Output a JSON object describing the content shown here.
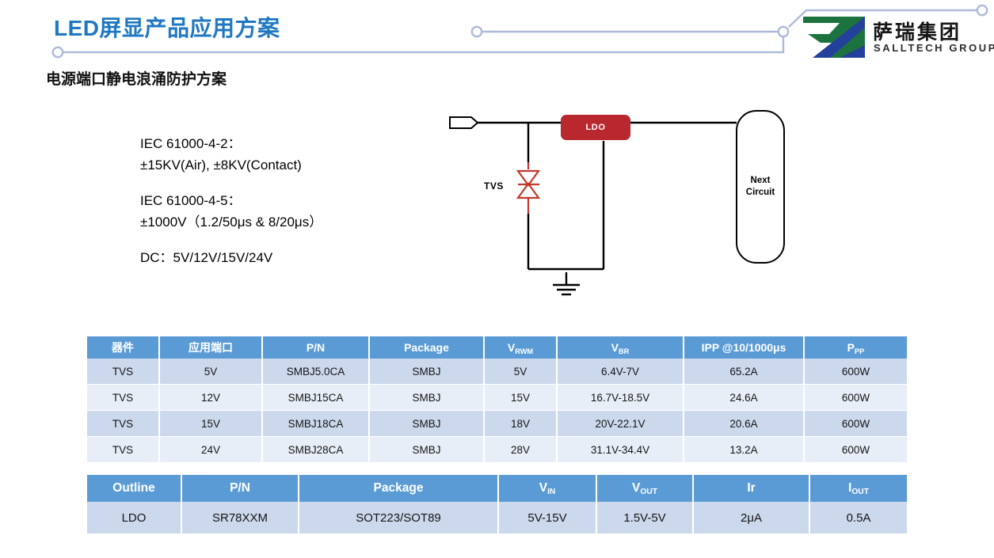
{
  "header": {
    "title": "LED屏显产品应用方案",
    "subtitle": "电源端口静电浪涌防护方案",
    "title_color": "#1f78c1",
    "deco_line_color": "#aebada"
  },
  "logo": {
    "name_cn": "萨瑞集团",
    "name_en": "SALLTECH GROUP",
    "green": "#1d7340",
    "blue": "#23409a"
  },
  "spec": {
    "line1": "IEC 61000-4-2：",
    "line2": "±15KV(Air), ±8KV(Contact)",
    "line3": "IEC 61000-4-5：",
    "line4": "±1000V（1.2/50μs & 8/20μs）",
    "line5": "DC：5V/12V/15V/24V"
  },
  "circuit": {
    "ldo_label": "LDO",
    "next_circuit_label": "Next\nCircuit",
    "next_circuit_line1": "Next",
    "next_circuit_line2": "Circuit",
    "tvs_label": "TVS",
    "ldo_color": "#b8282e",
    "tvs_color": "#c0392b"
  },
  "tvs_table": {
    "headers": [
      {
        "text": "器件",
        "sub": ""
      },
      {
        "text": "应用端口",
        "sub": ""
      },
      {
        "text": "P/N",
        "sub": ""
      },
      {
        "text": "Package",
        "sub": ""
      },
      {
        "text": "V",
        "sub": "RWM"
      },
      {
        "text": "V",
        "sub": "BR"
      },
      {
        "text": "IPP @10/1000μs",
        "sub": ""
      },
      {
        "text": "P",
        "sub": "PP"
      }
    ],
    "rows": [
      [
        "TVS",
        "5V",
        "SMBJ5.0CA",
        "SMBJ",
        "5V",
        "6.4V-7V",
        "65.2A",
        "600W"
      ],
      [
        "TVS",
        "12V",
        "SMBJ15CA",
        "SMBJ",
        "15V",
        "16.7V-18.5V",
        "24.6A",
        "600W"
      ],
      [
        "TVS",
        "15V",
        "SMBJ18CA",
        "SMBJ",
        "18V",
        "20V-22.1V",
        "20.6A",
        "600W"
      ],
      [
        "TVS",
        "24V",
        "SMBJ28CA",
        "SMBJ",
        "28V",
        "31.1V-34.4V",
        "13.2A",
        "600W"
      ]
    ]
  },
  "ldo_table": {
    "headers": [
      {
        "text": "Outline",
        "sub": ""
      },
      {
        "text": "P/N",
        "sub": ""
      },
      {
        "text": "Package",
        "sub": ""
      },
      {
        "text": "V",
        "sub": "IN"
      },
      {
        "text": "V",
        "sub": "OUT"
      },
      {
        "text": "Ir",
        "sub": ""
      },
      {
        "text": "I",
        "sub": "OUT"
      }
    ],
    "rows": [
      [
        "LDO",
        "SR78XXM",
        "SOT223/SOT89",
        "5V-15V",
        "1.5V-5V",
        "2μA",
        "0.5A"
      ]
    ]
  },
  "theme": {
    "header_blue": "#5b9bd5",
    "row_odd": "#ccd9ed",
    "row_even": "#e8eef8"
  }
}
